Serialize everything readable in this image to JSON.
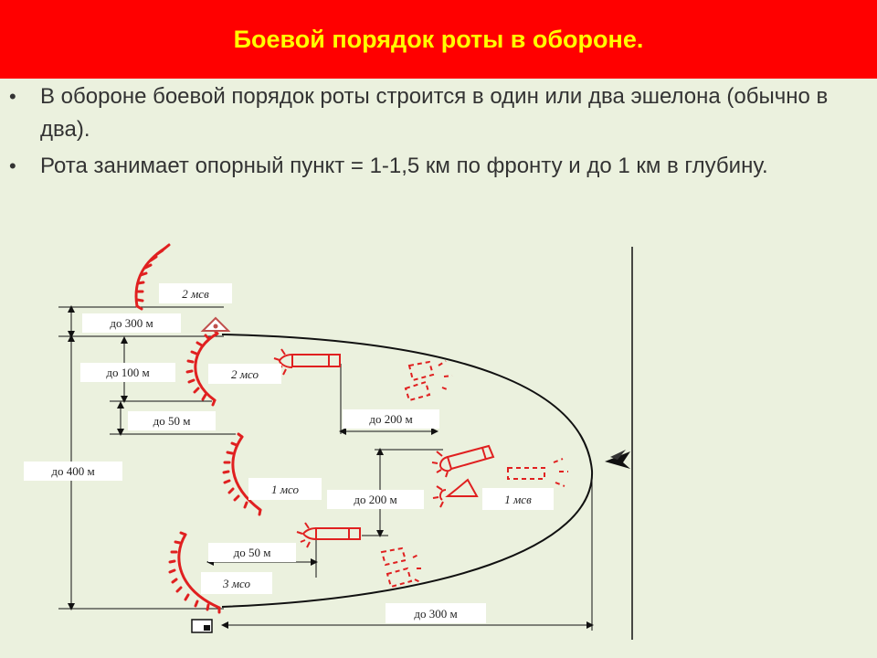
{
  "title": "Боевой порядок роты в обороне.",
  "bullets": [
    "В обороне боевой порядок роты строится в один или два эшелона (обычно в два).",
    "Рота занимает опорный пункт = 1-1,5 км по фронту и до 1 км в глубину."
  ],
  "diagram": {
    "units": {
      "msv2_forward": "2 мсв",
      "mso2": "2 мсо",
      "mso1": "1 мсо",
      "mso3": "3 мсо",
      "msv1": "1 мсв"
    },
    "distances": {
      "d300_top": "до 300 м",
      "d100": "до 100 м",
      "d50_upper": "до 50 м",
      "d400": "до 400 м",
      "d200_right": "до 200 м",
      "d200_center": "до 200 м",
      "d50_lower": "до 50 м",
      "d300_bottom": "до 300 м"
    }
  },
  "colors": {
    "title_bg": "#ff0000",
    "title_text": "#ffff00",
    "slide_bg": "#ebf1de",
    "unit_symbol": "#e02020"
  }
}
